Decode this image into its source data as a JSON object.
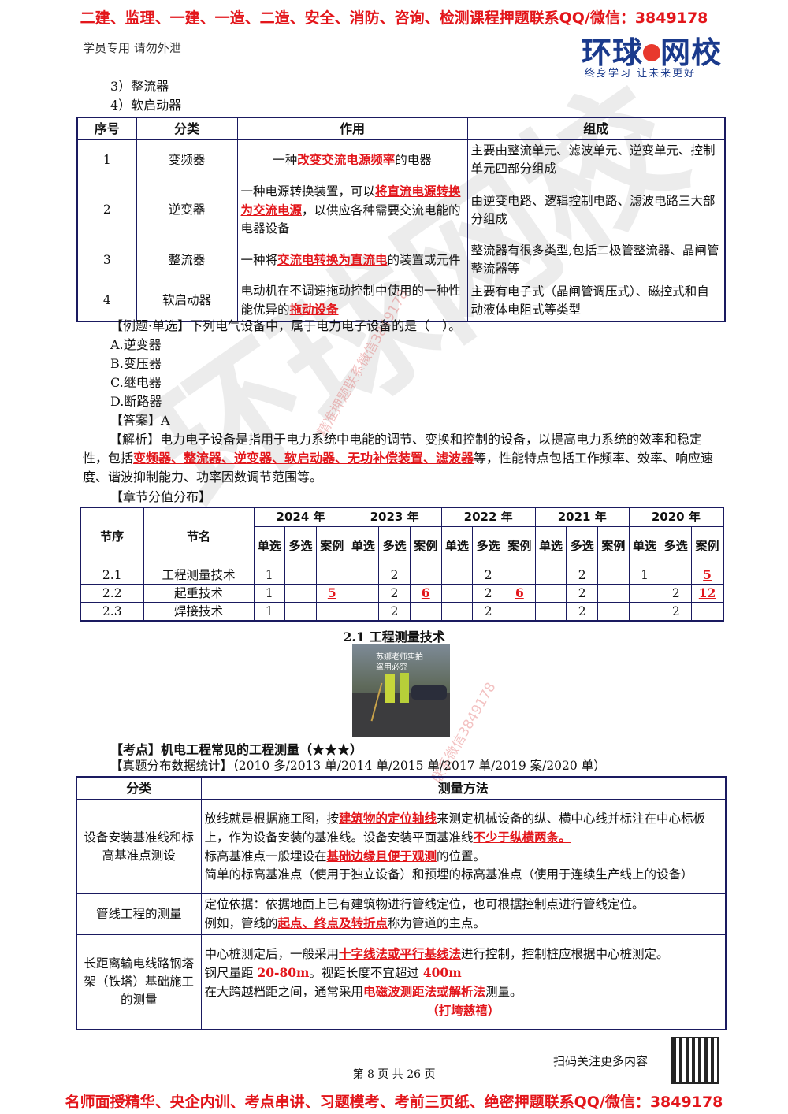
{
  "top_banner": "二建、监理、一建、一造、二造、安全、消防、咨询、检测课程押题联系QQ/微信：3849178",
  "bottom_banner": "名师面授精华、央企内训、考点串讲、习题模考、考前三页纸、绝密押题联系QQ/微信：3849178",
  "header_left": "学员专用 请勿外泄",
  "logo": {
    "text_a": "环球",
    "text_b": "网校",
    "slogan": "终身学习 让未来更好"
  },
  "watermark": {
    "big": "环球网校",
    "red_a": "精准押题联系微信3849178",
    "red_b": "联系微信3849178"
  },
  "items": {
    "i3": "3）整流器",
    "i4": "4）软启动器"
  },
  "table1": {
    "headers": [
      "序号",
      "分类",
      "作用",
      "组成"
    ],
    "rows": [
      {
        "no": "1",
        "cat": "变频器",
        "use_a": "一种",
        "use_hl": "改变交流电源频率",
        "use_b": "的电器",
        "comp": "主要由整流单元、滤波单元、逆变单元、控制单元四部分组成"
      },
      {
        "no": "2",
        "cat": "逆变器",
        "use_a": "一种电源转换装置，可以",
        "use_hl": "将直流电源转换为交流电源",
        "use_b": "，以供应各种需要交流电能的电器设备",
        "comp": "由逆变电路、逻辑控制电路、滤波电路三大部分组成"
      },
      {
        "no": "3",
        "cat": "整流器",
        "use_a": "一种将",
        "use_hl": "交流电转换为直流电",
        "use_b": "的装置或元件",
        "comp": "整流器有很多类型,包括二极管整流器、晶闸管整流器等"
      },
      {
        "no": "4",
        "cat": "软启动器",
        "use_a": "电动机在不调速拖动控制中使用的一种性能优异的",
        "use_hl": "拖动设备",
        "use_b": "",
        "comp": "主要有电子式（晶闸管调压式）、磁控式和自动液体电阻式等类型"
      }
    ]
  },
  "question": {
    "stem": "【例题·单选】下列电气设备中，属于电力电子设备的是（　）。",
    "options": [
      "A.逆变器",
      "B.变压器",
      "C.继电器",
      "D.断路器"
    ],
    "answer": "【答案】A",
    "analysis_a": "【解析】电力电子设备是指用于电力系统中电能的调节、变换和控制的设备，以提高电力系统的效率和稳定性，包括",
    "analysis_hl": "变频器、整流器、逆变器、软启动器、无功补偿装置、滤波器",
    "analysis_b": "等，性能特点包括工作频率、效率、响应速度、谐波抑制能力、功率因数调节范围等。"
  },
  "chapter_title": "【章节分值分布】",
  "table2": {
    "h_seq": "节序",
    "h_name": "节名",
    "years": [
      "2024 年",
      "2023 年",
      "2022 年",
      "2021 年",
      "2020 年"
    ],
    "sub": [
      "单选",
      "多选",
      "案例"
    ],
    "rows": [
      {
        "seq": "2.1",
        "name": "工程测量技术",
        "v": [
          "1",
          "",
          "",
          "",
          "2",
          "",
          "",
          "2",
          "",
          "",
          "2",
          "",
          "1",
          "",
          "5"
        ]
      },
      {
        "seq": "2.2",
        "name": "起重技术",
        "v": [
          "1",
          "",
          "5",
          "",
          "2",
          "6",
          "",
          "2",
          "6",
          "",
          "2",
          "",
          "",
          "2",
          "12"
        ]
      },
      {
        "seq": "2.3",
        "name": "焊接技术",
        "v": [
          "1",
          "",
          "",
          "",
          "2",
          "",
          "",
          "2",
          "",
          "",
          "2",
          "",
          "",
          "2",
          ""
        ]
      }
    ]
  },
  "section_title": "2.1 工程测量技术",
  "photo_caption": "苏娜老师实拍\n盗用必究",
  "kaodian": "【考点】机电工程常见的工程测量（★★★）",
  "zhenti": "【真题分布数据统计】（2010 多/2013 单/2014 单/2015 单/2017 单/2019 案/2020 单）",
  "table3": {
    "headers": [
      "分类",
      "测量方法"
    ],
    "r1": {
      "cat": "设备安装基准线和标高基准点测设",
      "p1a": "放线就是根据施工图，按",
      "p1h": "建筑物的定位轴线",
      "p1b": "来测定机械设备的纵、横中心线并标注在中心标板上，作为设备安装的基准线。设备安装平面基准线",
      "p1h2": "不少于纵横两条。",
      "p2a": "标高基准点一般埋设在",
      "p2h": "基础边缘且便于观测",
      "p2b": "的位置。",
      "p3": "简单的标高基准点（使用于独立设备）和预埋的标高基准点（使用于连续生产线上的设备）"
    },
    "r2": {
      "cat": "管线工程的测量",
      "p1": "定位依据：依据地面上已有建筑物进行管线定位，也可根据控制点进行管线定位。",
      "p2a": "例如，管线的",
      "p2h": "起点、终点及转折点",
      "p2b": "称为管道的主点。"
    },
    "r3": {
      "cat": "长距离输电线路钢塔架（铁塔）基础施工的测量",
      "p1a": "中心桩测定后，一般采用",
      "p1h": "十字线法或平行基线法",
      "p1b": "进行控制，控制桩应根据中心桩测定。",
      "p2a": "钢尺量距 ",
      "p2h": "20-80m",
      "p2b": "。视距长度不宜超过 ",
      "p2h2": "400m",
      "p3a": "在大跨越档距之间，通常采用",
      "p3h": "电磁波测距法或解析法",
      "p3b": "测量。",
      "p4": "（打垮慈禧）"
    }
  },
  "footer": {
    "page": "第 8 页 共 26 页",
    "scan": "扫码关注更多内容"
  }
}
